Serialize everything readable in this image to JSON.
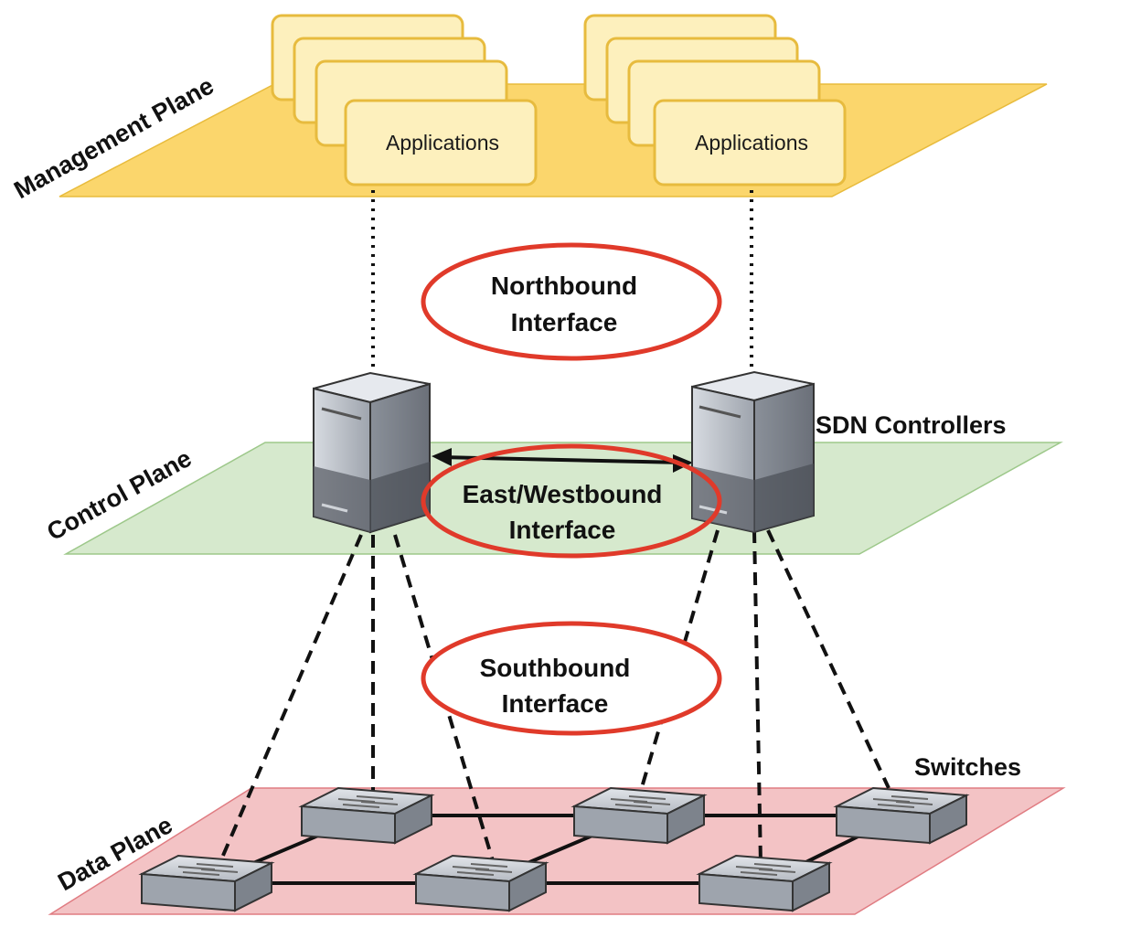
{
  "planes": {
    "management": "Management Plane",
    "control": "Control Plane",
    "data": "Data Plane"
  },
  "applications": {
    "left": "Applications",
    "right": "Applications"
  },
  "interfaces": {
    "northbound": [
      "Northbound",
      "Interface"
    ],
    "eastwest": [
      "East/Westbound",
      "Interface"
    ],
    "southbound": [
      "Southbound",
      "Interface"
    ]
  },
  "labels": {
    "controllers": "SDN Controllers",
    "switches": "Switches"
  },
  "colors": {
    "management_plane": "#fbd66c",
    "control_plane": "#d6e9cd",
    "data_plane": "#f3c3c5",
    "app_box": "#fdf0bd",
    "highlight_ellipse": "#e03a2a",
    "server_body": "#9ba0a8",
    "switch_body": "#b9bec6"
  }
}
